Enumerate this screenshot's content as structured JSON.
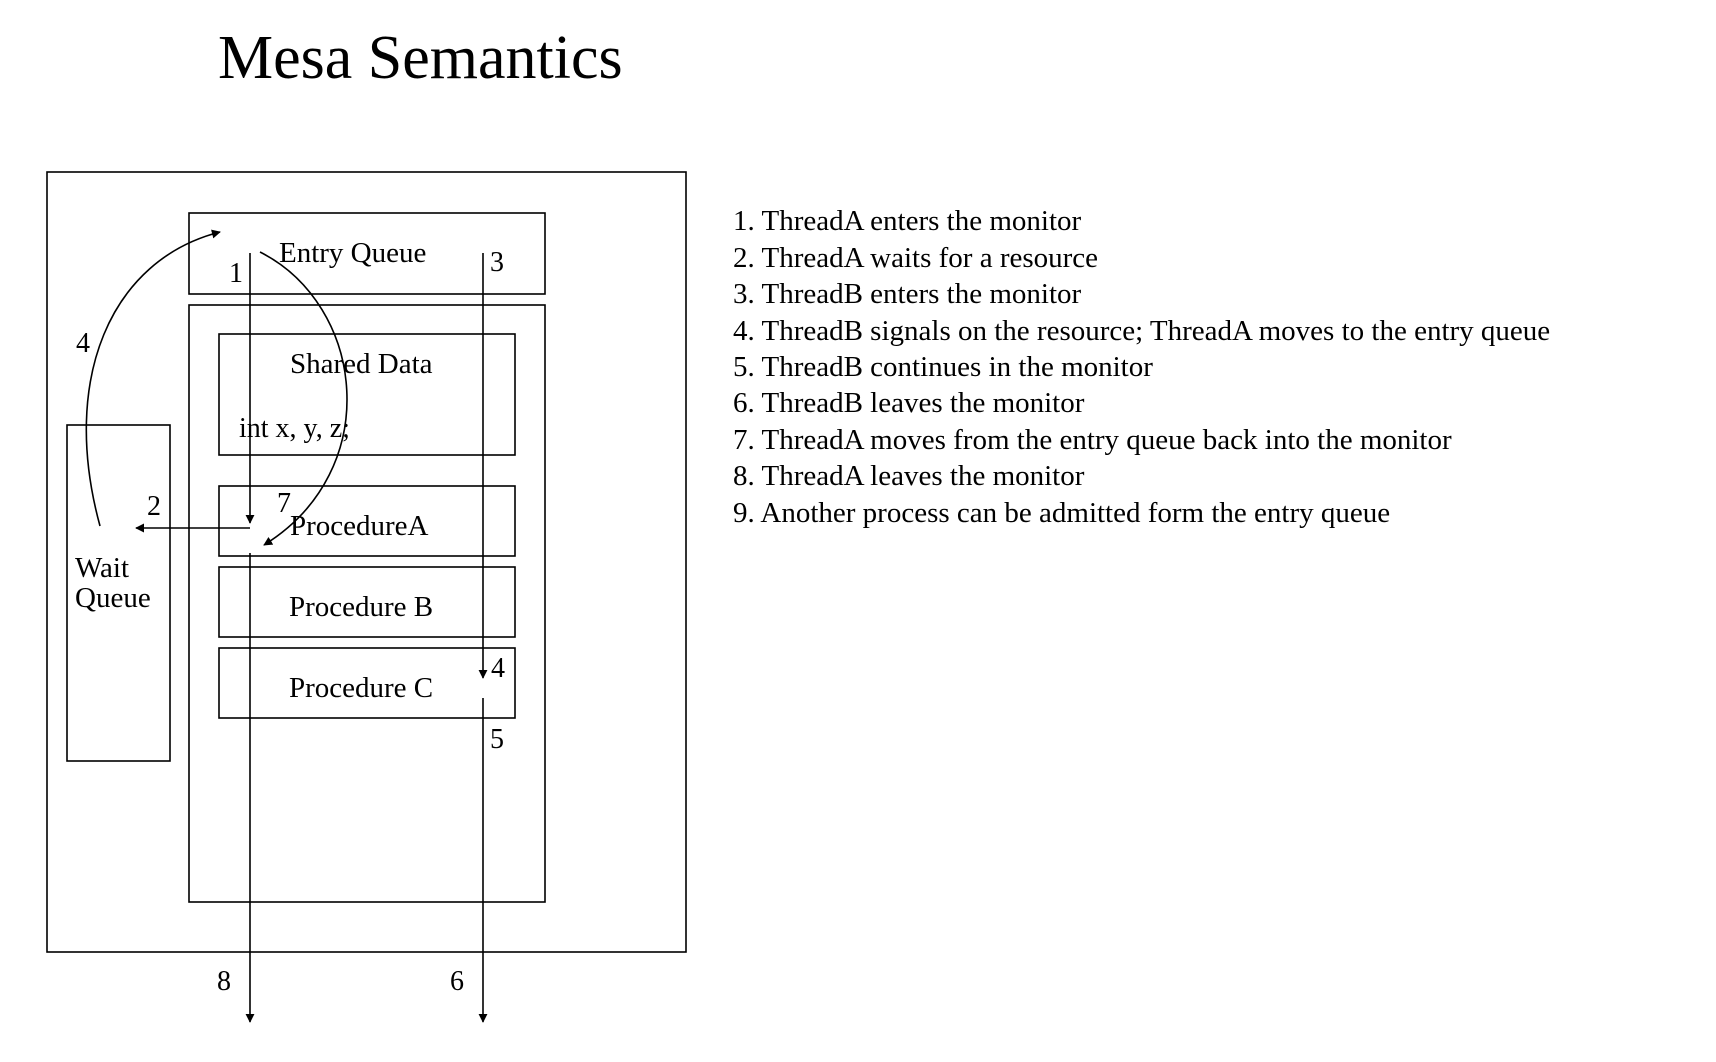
{
  "title": "Mesa Semantics",
  "diagram": {
    "entry_queue": "Entry Queue",
    "shared_data": "Shared Data",
    "shared_vars": "int x, y, z;",
    "procedure_a": "ProcedureA",
    "procedure_b": "Procedure B",
    "procedure_c": "Procedure C",
    "wait_queue_line1": "Wait",
    "wait_queue_line2": "Queue",
    "step_labels": {
      "s1": "1",
      "s2": "2",
      "s3": "3",
      "s4_left": "4",
      "s4_right": "4",
      "s5": "5",
      "s6": "6",
      "s7": "7",
      "s8": "8"
    }
  },
  "steps": [
    "1. ThreadA enters the monitor",
    "2. ThreadA waits for a resource",
    "3. ThreadB enters the monitor",
    "4. ThreadB signals on the resource; ThreadA  moves to the entry queue",
    "5. ThreadB continues in the monitor",
    "6. ThreadB leaves the monitor",
    "7. ThreadA moves from the entry queue back into the monitor",
    "8. ThreadA leaves the monitor",
    "9. Another process can be admitted form the entry queue"
  ]
}
